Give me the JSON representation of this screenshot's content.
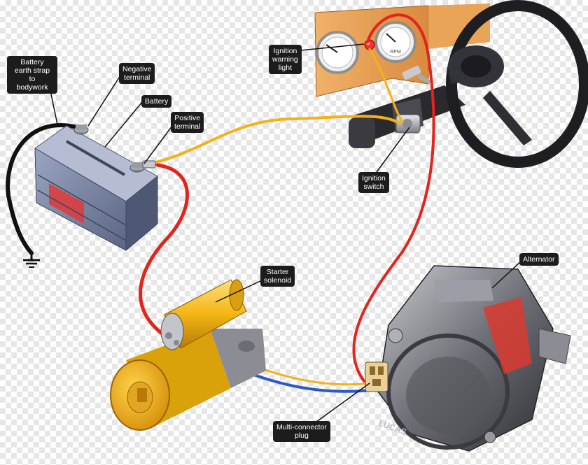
{
  "labels": {
    "battery_earth_strap": "Battery\nearth strap\nto\nbodywork",
    "negative_terminal": "Negative\nterminal",
    "battery": "Battery",
    "positive_terminal": "Positive\nterminal",
    "ignition_warning_light": "Ignition\nwarning\nlight",
    "ignition_switch": "Ignition\nswitch",
    "starter_solenoid": "Starter\nsolenoid",
    "alternator": "Alternator",
    "multi_connector_plug": "Multi-connector\nplug"
  },
  "decor": {
    "alternator_badge": "LUCAS",
    "gauge_right_text": "RPM"
  },
  "colors": {
    "red_wire": "#e3231c",
    "yellow_wire": "#f2b21a",
    "blue_wire": "#2d58c8",
    "battery_body": "#8c97b4",
    "dashboard": "#e8a45c",
    "starter_yellow": "#f3b614"
  }
}
